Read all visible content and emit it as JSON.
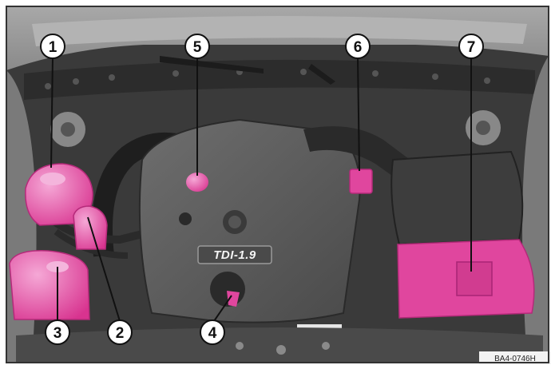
{
  "figure": {
    "engine_label": "TDI-1.9",
    "figure_code": "BA4-0746H"
  },
  "callouts": [
    {
      "number": "1"
    },
    {
      "number": "2"
    },
    {
      "number": "3"
    },
    {
      "number": "4"
    },
    {
      "number": "5"
    },
    {
      "number": "6"
    },
    {
      "number": "7"
    }
  ],
  "colors": {
    "highlight": "#e0469e",
    "highlight_light": "#f08cc8",
    "engine_cover": "#5a5a5a",
    "bay_background": "#3c3c3c",
    "hood": "#9a9a9a",
    "frame": "#333333"
  }
}
